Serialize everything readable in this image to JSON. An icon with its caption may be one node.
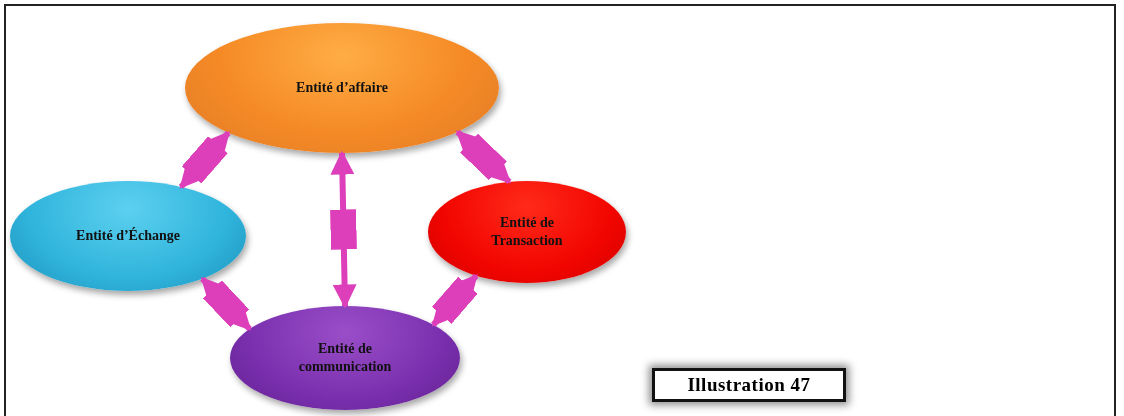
{
  "diagram": {
    "nodes": [
      {
        "text": [
          "Entité d’affaire"
        ]
      },
      {
        "text": [
          "Entité d’Échange"
        ]
      },
      {
        "text": [
          "Entité de Transaction"
        ]
      },
      {
        "text": [
          "Entité de communication"
        ]
      }
    ],
    "edges": [
      {
        "from": 0,
        "to": 1,
        "arrow": "both"
      },
      {
        "from": 0,
        "to": 2,
        "arrow": "both"
      },
      {
        "from": 0,
        "to": 3,
        "arrow": "both"
      },
      {
        "from": 1,
        "to": 3,
        "arrow": "both"
      },
      {
        "from": 2,
        "to": 3,
        "arrow": "both"
      }
    ],
    "labels": [
      "Illustration 47"
    ]
  }
}
